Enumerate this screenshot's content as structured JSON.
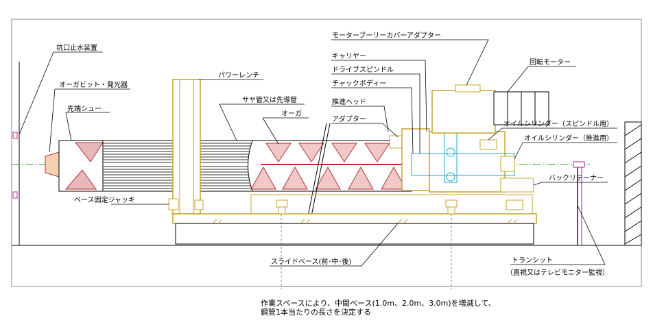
{
  "labels": {
    "cutoff_device": "坑口止水装置",
    "auger_bit": "オーガビット・発光器",
    "tip_shoe": "先端シュー",
    "power_wrench": "パワーレンチ",
    "casing": "サヤ管又は先導管",
    "auger": "オーガ",
    "adapter": "アダプター",
    "pusher_head": "推進ヘッド",
    "chuck_body": "チャックボディー",
    "drive_spindle": "ドライブスピンドル",
    "carrier": "キャリヤー",
    "motor_pulley_cover_adapter": "モーターブーリーカバーアダプター",
    "rotary_motor": "回転モーター",
    "oil_cyl_spindle": "オイルシリンダー（スピンドル用）",
    "oil_cyl_push": "オイルシリンダー（推進用）",
    "back_container": "バックリテーナー",
    "base_jack": "ベース固定ジャッキ",
    "slide_base": "スライドベース(前･中･後)",
    "transit": "トランシット",
    "transit_note": "（直視又はテレビモニター監視）"
  },
  "note": {
    "line1": "作業スペースにより、中間ベース(1.0m、2.0m、3.0m)を増減して、",
    "line2": "鋼管1本当たりの長さを決定する"
  },
  "colors": {
    "line": "#000000",
    "frame": "#c9a32a",
    "axis": "#2e9e2e",
    "auger": "#b03030",
    "spindle": "#22a8c8",
    "leader": "#1a1a6e",
    "transit": "#a020a0",
    "marker": "#d0209a"
  }
}
